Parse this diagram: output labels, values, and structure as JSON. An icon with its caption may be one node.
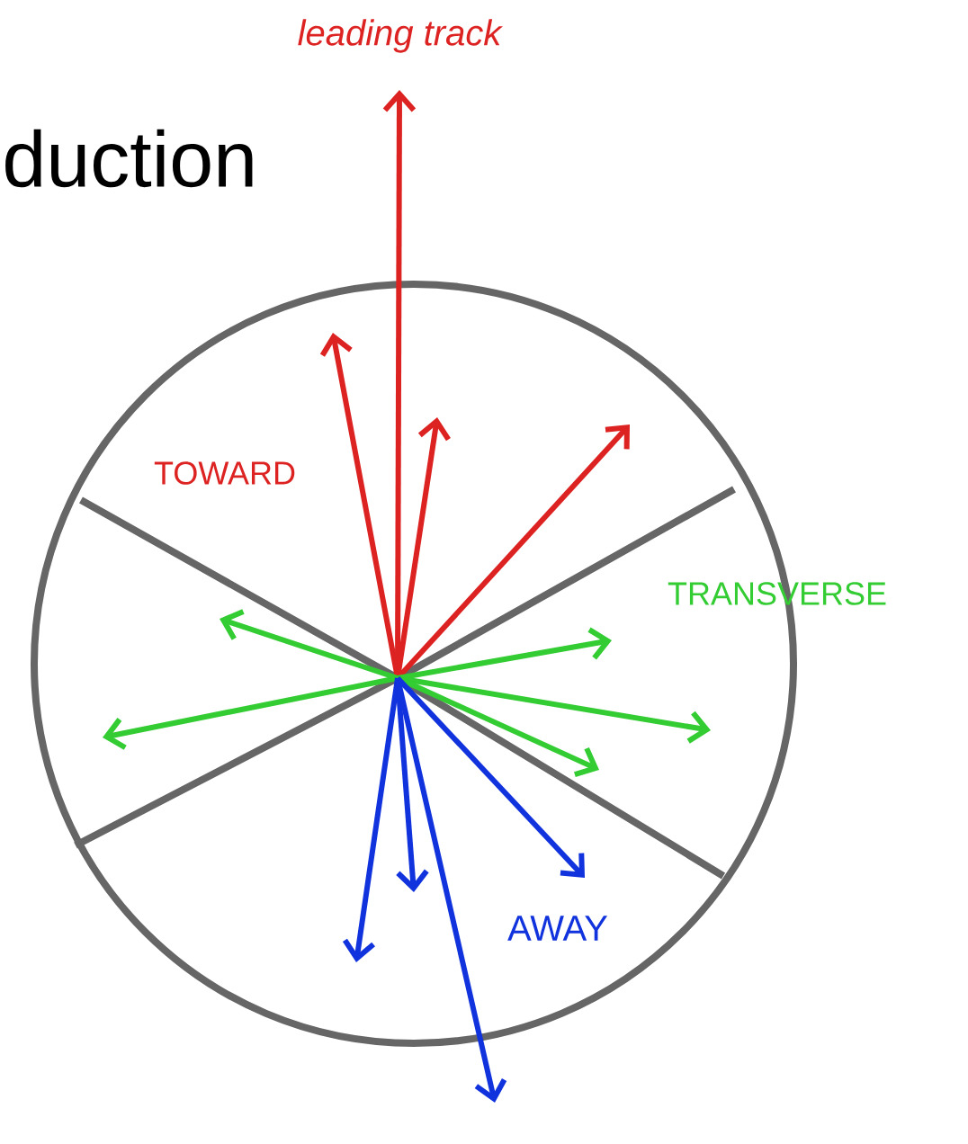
{
  "diagram": {
    "labels": [
      "duction",
      "leading track",
      "TOWARD",
      "TRANSVERSE",
      "AWAY"
    ]
  }
}
